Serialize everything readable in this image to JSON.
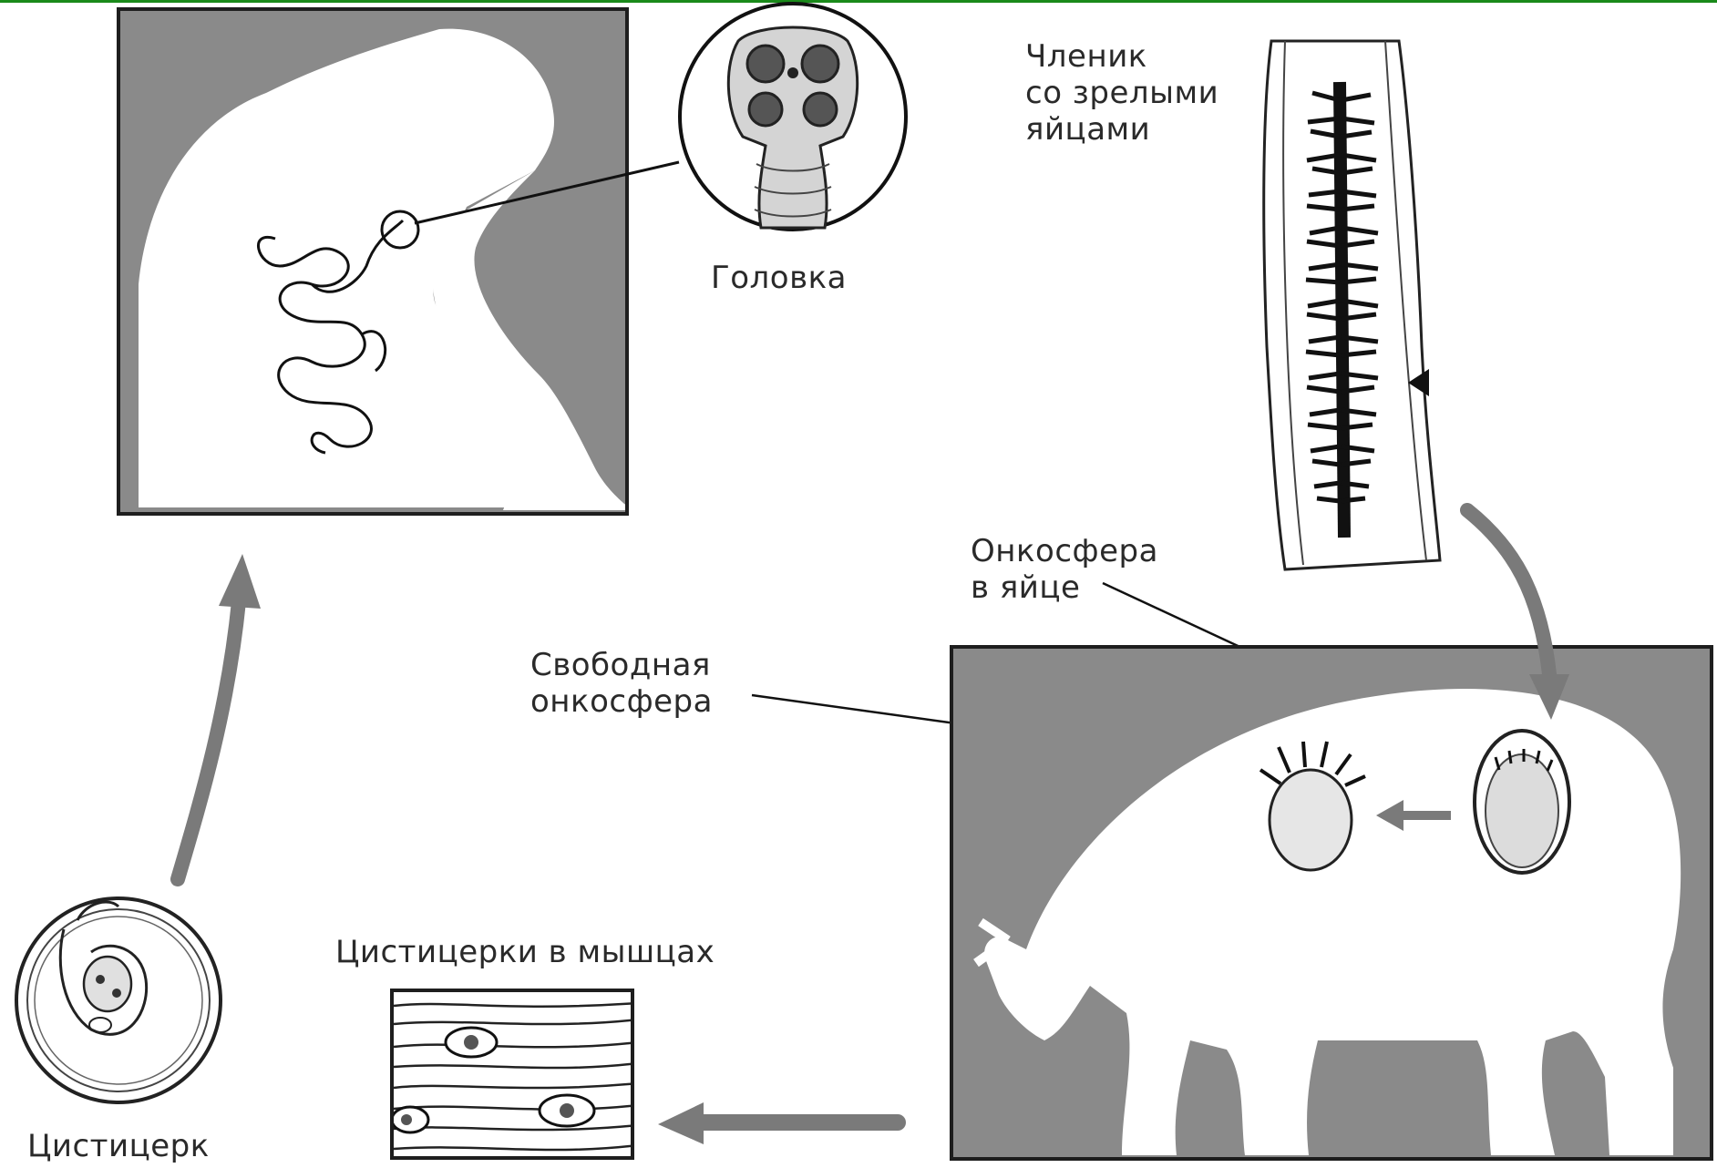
{
  "labels": {
    "head": "Головка",
    "segment": [
      "Членик",
      "со зрелыми",
      "яйцами"
    ],
    "oncosphere_in_egg": [
      "Онкосфера",
      "в яйце"
    ],
    "free_oncosphere": [
      "Свободная",
      "онкосфера"
    ],
    "cysticerci_in_muscles": "Цистицерки в мышцах",
    "cysticercus": "Цистицерк"
  },
  "colors": {
    "panel_bg": "#8a8a8a",
    "silhouette": "#ffffff",
    "arrow": "#7a7a7a",
    "ink": "#1e1e1e",
    "top_line": "#1a8a1a"
  }
}
